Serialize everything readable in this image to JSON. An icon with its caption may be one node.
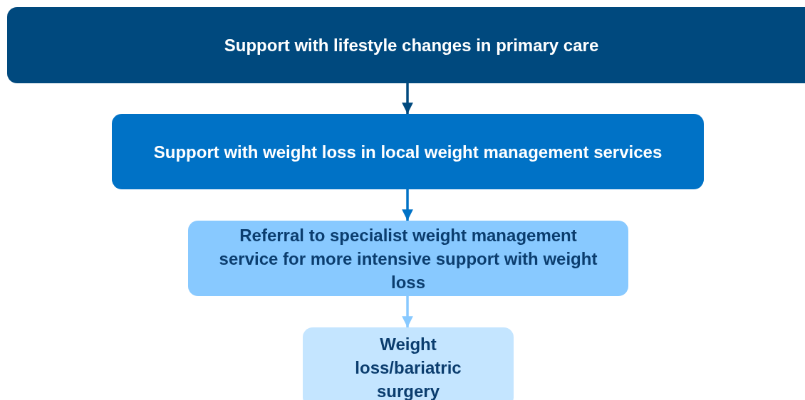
{
  "diagram": {
    "nodes": [
      {
        "text": [
          "Support with lifestyle changes in primary care"
        ]
      },
      {
        "text": [
          "Support with weight loss in local weight management services"
        ]
      },
      {
        "text": [
          "Referral to specialist weight management service for more intensive support with weight loss"
        ]
      },
      {
        "text": [
          "Weight loss/bariatric surgery"
        ]
      }
    ],
    "edges": [
      {
        "from": 0,
        "to": 1,
        "arrow": "to",
        "color": "#00497e"
      },
      {
        "from": 1,
        "to": 2,
        "arrow": "to",
        "color": "#0072c6"
      },
      {
        "from": 2,
        "to": 3,
        "arrow": "to",
        "color": "#88c9ff"
      }
    ]
  }
}
